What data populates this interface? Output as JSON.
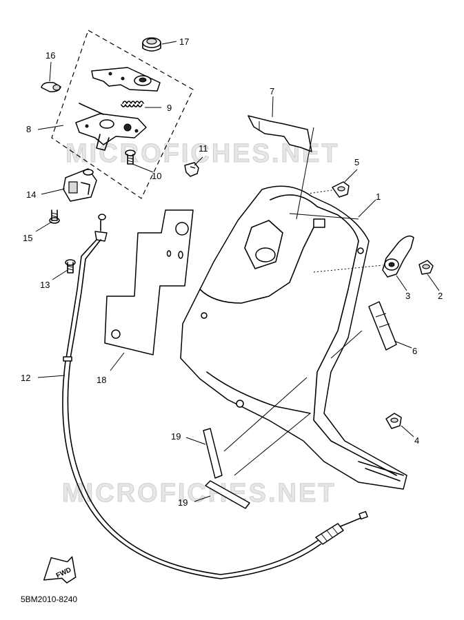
{
  "watermarks": [
    "MICROFICHES.NET",
    "MICROFICHES.NET"
  ],
  "callouts": [
    {
      "id": "1",
      "label": "1"
    },
    {
      "id": "2",
      "label": "2"
    },
    {
      "id": "3",
      "label": "3"
    },
    {
      "id": "4",
      "label": "4"
    },
    {
      "id": "5",
      "label": "5"
    },
    {
      "id": "6",
      "label": "6"
    },
    {
      "id": "7",
      "label": "7"
    },
    {
      "id": "8",
      "label": "8"
    },
    {
      "id": "9",
      "label": "9"
    },
    {
      "id": "10",
      "label": "10"
    },
    {
      "id": "11",
      "label": "11"
    },
    {
      "id": "12",
      "label": "12"
    },
    {
      "id": "13",
      "label": "13"
    },
    {
      "id": "14",
      "label": "14"
    },
    {
      "id": "15",
      "label": "15"
    },
    {
      "id": "16",
      "label": "16"
    },
    {
      "id": "17",
      "label": "17"
    },
    {
      "id": "18",
      "label": "18"
    },
    {
      "id": "19a",
      "label": "19"
    },
    {
      "id": "19b",
      "label": "19"
    }
  ],
  "direction_badge": "FWD",
  "diagram_code": "5BM2010-8240"
}
